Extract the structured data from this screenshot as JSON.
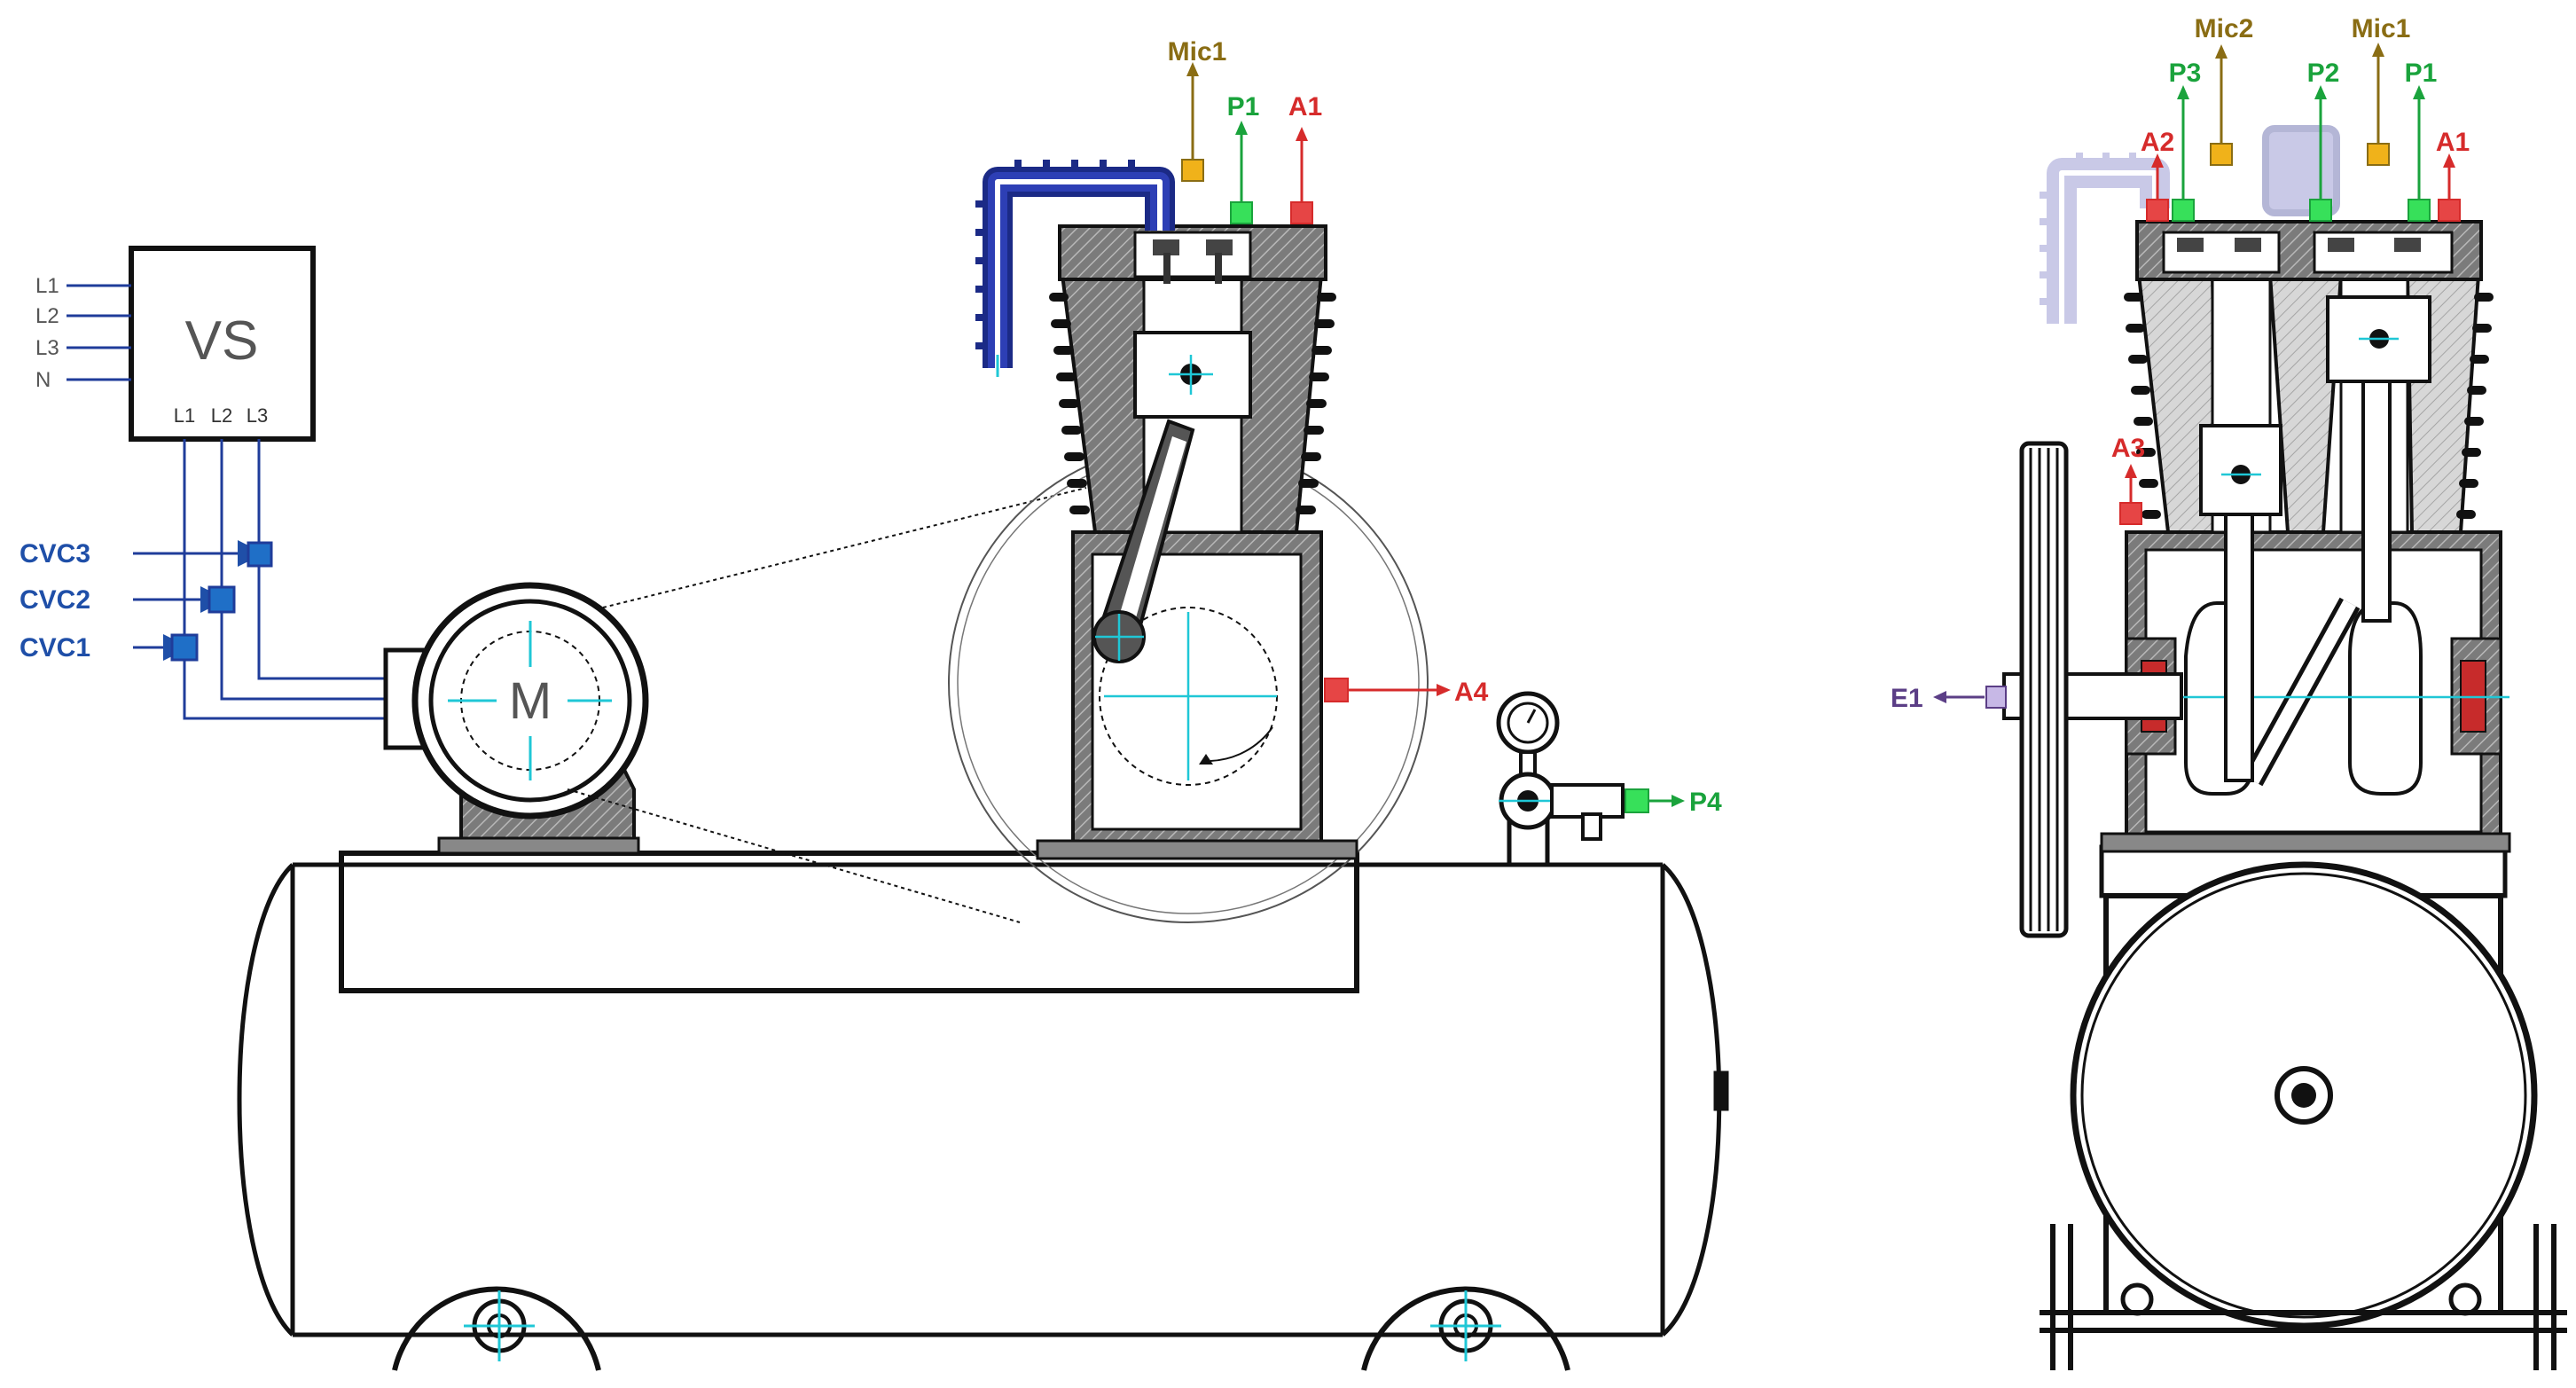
{
  "colors": {
    "line": "#111111",
    "wire": "#1f3c9a",
    "blue_label": "#1f4fa8",
    "sensor_blue": "#1f6fc7",
    "red": "#d62b2b",
    "green": "#1aa33c",
    "green_fill": "#37e05a",
    "mic": "#8a6d14",
    "mic_fill": "#f0b21a",
    "encoder": "#5b3e86",
    "encoder_fill": "#c7b8e6",
    "cyan": "#1fc7d6",
    "gray": "#6d6d6d",
    "hatch": "#9a9a9a",
    "tube_dark": "#1b2a86",
    "tube_light": "#b7b8e0"
  },
  "vs": {
    "title": "VS",
    "inputs": [
      "L1",
      "L2",
      "L3",
      "N"
    ],
    "outputs": [
      "L1",
      "L2",
      "L3"
    ]
  },
  "currents": [
    "CVC3",
    "CVC2",
    "CVC1"
  ],
  "motor": {
    "label": "M"
  },
  "side_view": {
    "mic1": "Mic1",
    "p1": "P1",
    "a1": "A1",
    "a4": "A4",
    "p4": "P4"
  },
  "front_view": {
    "mic2": "Mic2",
    "mic1": "Mic1",
    "p3": "P3",
    "p2": "P2",
    "p1": "P1",
    "a2": "A2",
    "a1": "A1",
    "a3": "A3",
    "e1": "E1"
  }
}
